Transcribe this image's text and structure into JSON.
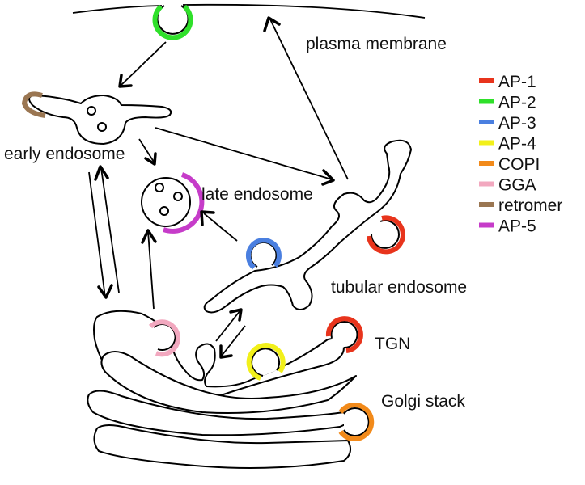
{
  "labels": {
    "plasma_membrane": "plasma membrane",
    "early_endosome": "early endosome",
    "late_endosome": "late endosome",
    "tubular_endosome": "tubular endosome",
    "tgn": "TGN",
    "golgi_stack": "Golgi stack"
  },
  "legend": [
    {
      "label": "AP-1",
      "color": "#e8341c"
    },
    {
      "label": "AP-2",
      "color": "#2fe02a"
    },
    {
      "label": "AP-3",
      "color": "#4a7fe0"
    },
    {
      "label": "AP-4",
      "color": "#f2f01a"
    },
    {
      "label": "COPI",
      "color": "#f28a1a"
    },
    {
      "label": "GGA",
      "color": "#f2a8bf"
    },
    {
      "label": "retromer",
      "color": "#9a7652"
    },
    {
      "label": "AP-5",
      "color": "#c63cc9"
    }
  ]
}
